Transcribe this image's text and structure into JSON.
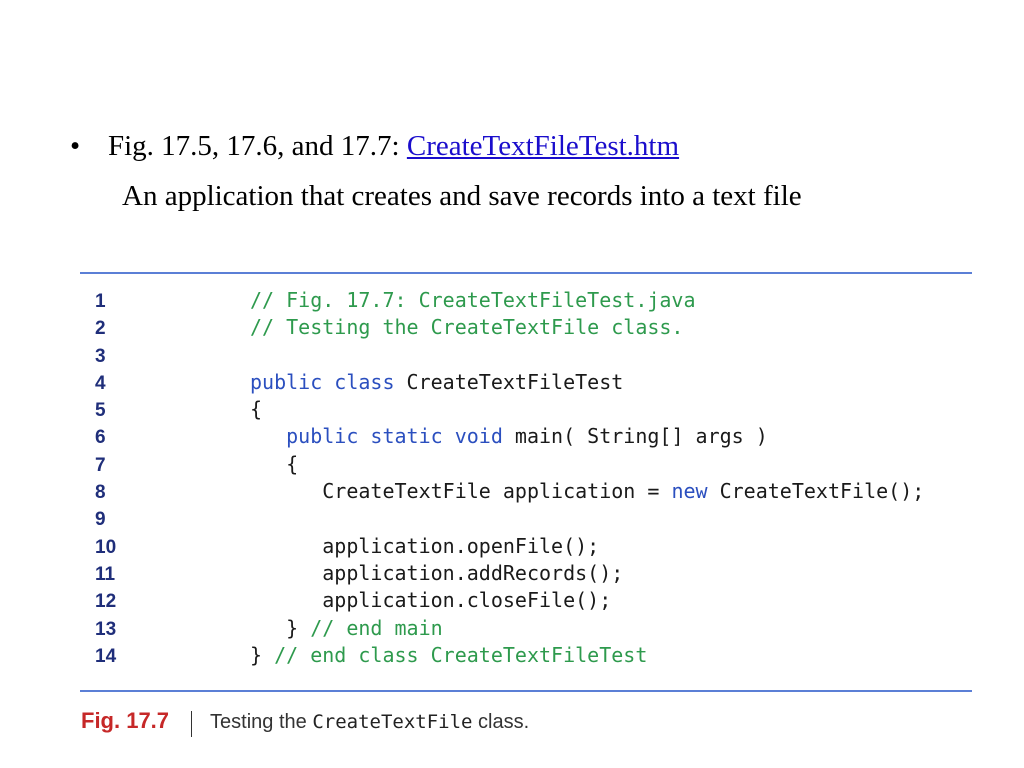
{
  "bullet": {
    "symbol": "•",
    "prefix": "Fig. 17.5, 17.6, and 17.7: ",
    "link_text": "CreateTextFileTest.htm",
    "description": "An application that creates and save records into a text file"
  },
  "code": {
    "lines": [
      {
        "n": "1",
        "parts": [
          {
            "t": "// Fig. 17.7: CreateTextFileTest.java",
            "c": "cm"
          }
        ]
      },
      {
        "n": "2",
        "parts": [
          {
            "t": "// Testing the CreateTextFile class.",
            "c": "cm"
          }
        ]
      },
      {
        "n": "3",
        "parts": []
      },
      {
        "n": "4",
        "parts": [
          {
            "t": "public class",
            "c": "kw"
          },
          {
            "t": " CreateTextFileTest",
            "c": ""
          }
        ]
      },
      {
        "n": "5",
        "parts": [
          {
            "t": "{",
            "c": ""
          }
        ]
      },
      {
        "n": "6",
        "parts": [
          {
            "t": "   ",
            "c": ""
          },
          {
            "t": "public static void",
            "c": "kw"
          },
          {
            "t": " main( String[] args )",
            "c": ""
          }
        ]
      },
      {
        "n": "7",
        "parts": [
          {
            "t": "   {",
            "c": ""
          }
        ]
      },
      {
        "n": "8",
        "parts": [
          {
            "t": "      CreateTextFile application = ",
            "c": ""
          },
          {
            "t": "new",
            "c": "kw"
          },
          {
            "t": " CreateTextFile();",
            "c": ""
          }
        ]
      },
      {
        "n": "9",
        "parts": []
      },
      {
        "n": "10",
        "parts": [
          {
            "t": "      application.openFile();",
            "c": ""
          }
        ]
      },
      {
        "n": "11",
        "parts": [
          {
            "t": "      application.addRecords();",
            "c": ""
          }
        ]
      },
      {
        "n": "12",
        "parts": [
          {
            "t": "      application.closeFile();",
            "c": ""
          }
        ]
      },
      {
        "n": "13",
        "parts": [
          {
            "t": "   } ",
            "c": ""
          },
          {
            "t": "// end main",
            "c": "cm"
          }
        ]
      },
      {
        "n": "14",
        "parts": [
          {
            "t": "} ",
            "c": ""
          },
          {
            "t": "// end class CreateTextFileTest",
            "c": "cm"
          }
        ]
      }
    ]
  },
  "caption": {
    "label": "Fig. 17.7",
    "text_before": "Testing the ",
    "code_word": "CreateTextFile",
    "text_after": " class."
  },
  "colors": {
    "link": "#1a0dcc",
    "rule": "#5b7fd6",
    "comment": "#2e9a4d",
    "keyword": "#2b4fbf",
    "line_number": "#1f2e7a",
    "caption_label": "#c62828"
  }
}
